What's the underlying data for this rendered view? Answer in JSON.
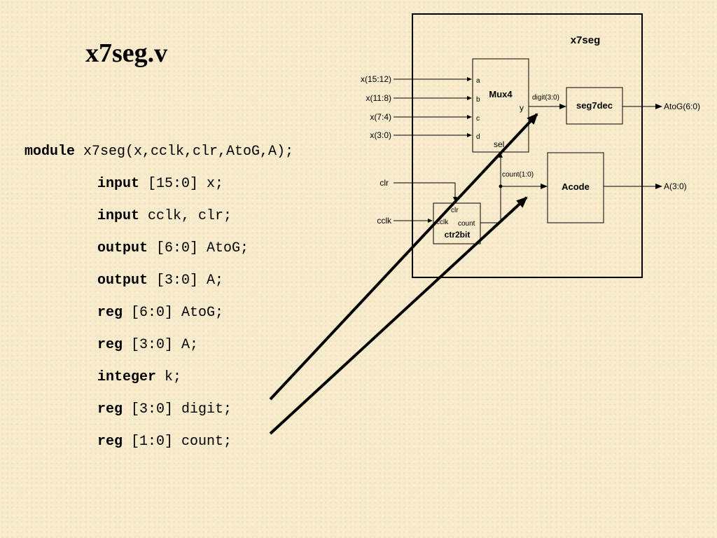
{
  "title": "x7seg.v",
  "code": {
    "module": {
      "kw": "module",
      "rest": " x7seg(x,cclk,clr,AtoG,A);"
    },
    "line1": {
      "kw": "input",
      "rest": " [15:0] x;"
    },
    "line2": {
      "kw": "input",
      "rest": " cclk, clr;"
    },
    "line3": {
      "kw": "output",
      "rest": " [6:0] AtoG;"
    },
    "line4": {
      "kw": "output",
      "rest": " [3:0] A;"
    },
    "line5": {
      "kw": "reg",
      "rest": " [6:0] AtoG;"
    },
    "line6": {
      "kw": "reg",
      "rest": " [3:0] A;"
    },
    "line7": {
      "kw": "integer",
      "rest": " k;"
    },
    "line8": {
      "kw": "reg",
      "rest": " [3:0] digit;"
    },
    "line9": {
      "kw": "reg",
      "rest": " [1:0] count;"
    }
  },
  "diagram": {
    "top_name": "x7seg",
    "inputs": [
      "x(15:12)",
      "x(11:8)",
      "x(7:4)",
      "x(3:0)"
    ],
    "clr": "clr",
    "cclk": "cclk",
    "mux": {
      "name": "Mux4",
      "a": "a",
      "b": "b",
      "c": "c",
      "d": "d",
      "y": "y",
      "sel": "sel"
    },
    "digit_wire": "digit(3:0)",
    "seg7dec": "seg7dec",
    "atog_out": "AtoG(6:0)",
    "count_wire": "count(1:0)",
    "acode": "Acode",
    "a_out": "A(3:0)",
    "ctr": {
      "name": "ctr2bit",
      "clr": "clr",
      "cclk": "cclk",
      "count": "count"
    }
  }
}
